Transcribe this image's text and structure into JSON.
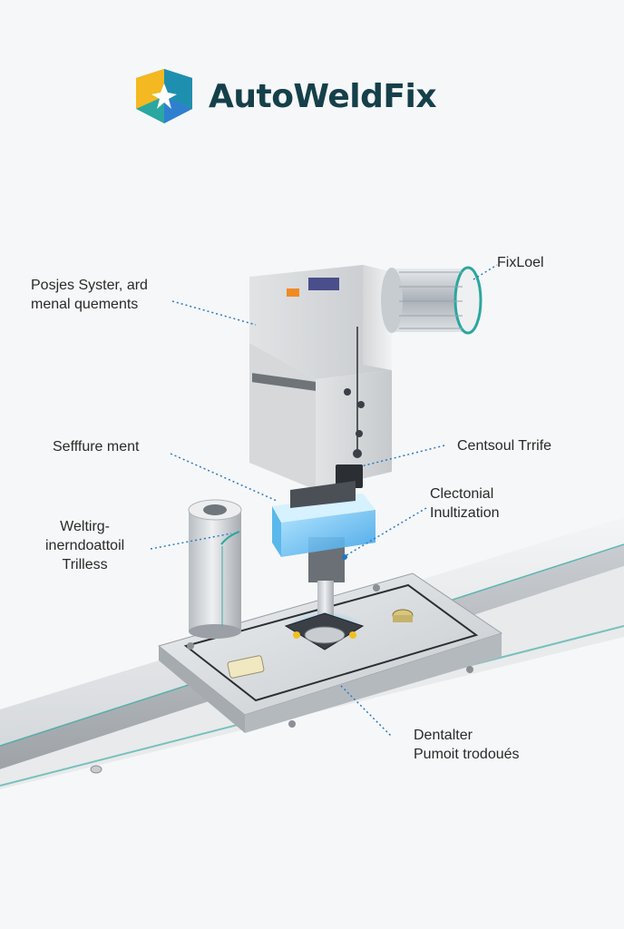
{
  "brand": {
    "name": "AutoWeldFix",
    "colors": {
      "text": "#15404a",
      "teal": "#1f9b9f",
      "yellow": "#f4b821",
      "blue": "#2f7fd0"
    }
  },
  "labels": [
    {
      "id": "top-left",
      "lines": [
        "Posjes Syster, ard",
        "menal quements"
      ]
    },
    {
      "id": "top-right",
      "lines": [
        "FixLoel"
      ]
    },
    {
      "id": "mid-left",
      "lines": [
        "Sefffure ment"
      ]
    },
    {
      "id": "mid-right",
      "lines": [
        "Centsoul Trrife"
      ]
    },
    {
      "id": "lower-right",
      "lines": [
        "Clectonial",
        "Inultization"
      ]
    },
    {
      "id": "lower-left",
      "lines": [
        "Weltirg-",
        "inerndoattoil",
        "Trilless"
      ]
    },
    {
      "id": "bottom-right",
      "lines": [
        "Dentalter",
        "Pumoit trodoués"
      ]
    }
  ],
  "accent": {
    "leader_line": "#2a7bc4",
    "glow": "#47b8f0"
  }
}
